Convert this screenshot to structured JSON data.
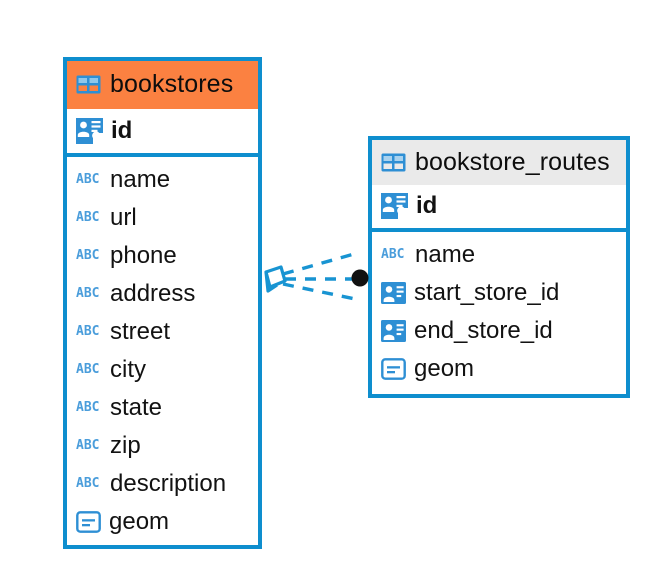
{
  "diagram": {
    "type": "er-diagram",
    "title": "",
    "colors": {
      "border_blue": "#0E8ECE",
      "header_highlight_orange": "#FB8141",
      "header_gray": "#EAEAEA",
      "icon_blue": "#2E8FD4",
      "connector_blue": "#1894D2",
      "endpoint_black": "#111111",
      "text": "#121212",
      "background": "#FFFFFF"
    },
    "entities": [
      {
        "name": "bookstores",
        "header_label": "bookstores",
        "header_style": "highlighted",
        "header_icon": "table-icon",
        "primary_key": {
          "label": "id",
          "icon": "primary-key-icon"
        },
        "fields": [
          {
            "label": "name",
            "icon": "abc-text-icon"
          },
          {
            "label": "url",
            "icon": "abc-text-icon"
          },
          {
            "label": "phone",
            "icon": "abc-text-icon"
          },
          {
            "label": "address",
            "icon": "abc-text-icon"
          },
          {
            "label": "street",
            "icon": "abc-text-icon"
          },
          {
            "label": "city",
            "icon": "abc-text-icon"
          },
          {
            "label": "state",
            "icon": "abc-text-icon"
          },
          {
            "label": "zip",
            "icon": "abc-text-icon"
          },
          {
            "label": "description",
            "icon": "abc-text-icon"
          },
          {
            "label": "geom",
            "icon": "geometry-icon"
          }
        ]
      },
      {
        "name": "bookstore_routes",
        "header_label": "bookstore_routes",
        "header_style": "default",
        "header_icon": "table-icon",
        "primary_key": {
          "label": "id",
          "icon": "primary-key-icon"
        },
        "fields": [
          {
            "label": "name",
            "icon": "abc-text-icon"
          },
          {
            "label": "start_store_id",
            "icon": "foreign-key-icon"
          },
          {
            "label": "end_store_id",
            "icon": "foreign-key-icon"
          },
          {
            "label": "geom",
            "icon": "geometry-icon"
          }
        ]
      }
    ],
    "relationship": {
      "from_entity": "bookstores",
      "to_entity": "bookstore_routes",
      "line_style": "dashed",
      "source_marker": "crows-foot-icon",
      "target_marker": "filled-circle-icon",
      "label": ""
    },
    "icon_text": {
      "abc": "ABC"
    }
  }
}
